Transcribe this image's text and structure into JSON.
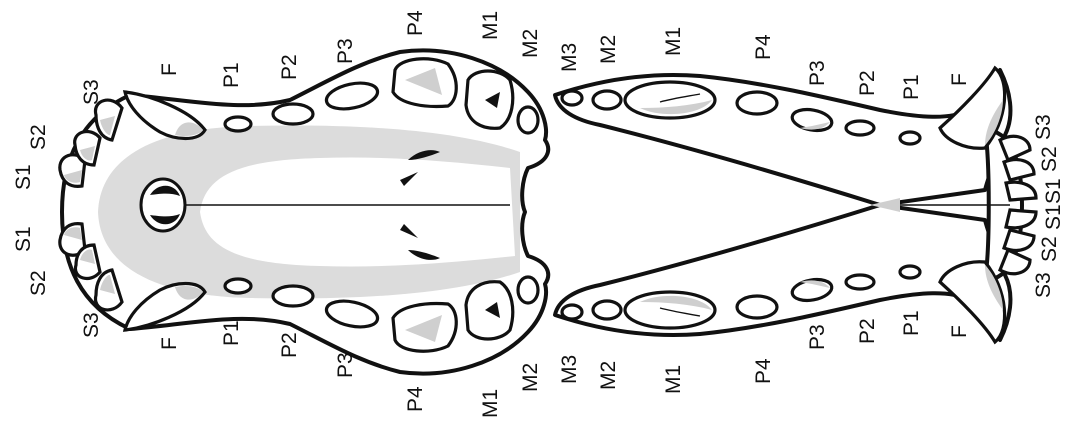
{
  "diagram": {
    "upper_jaw_labels": {
      "top": [
        "S1",
        "S2",
        "S3",
        "F",
        "P1",
        "P2",
        "P3",
        "P4",
        "M1",
        "M2"
      ],
      "bottom": [
        "S1",
        "S2",
        "S3",
        "F",
        "P1",
        "P2",
        "P3",
        "P4",
        "M1",
        "M2"
      ]
    },
    "lower_jaw_labels": {
      "top": [
        "M3",
        "M2",
        "M1",
        "P4",
        "P3",
        "P2",
        "P1",
        "F",
        "S3",
        "S2",
        "S1"
      ],
      "bottom": [
        "M3",
        "M2",
        "M1",
        "P4",
        "P3",
        "P2",
        "P1",
        "F",
        "S3",
        "S2",
        "S1"
      ]
    }
  }
}
